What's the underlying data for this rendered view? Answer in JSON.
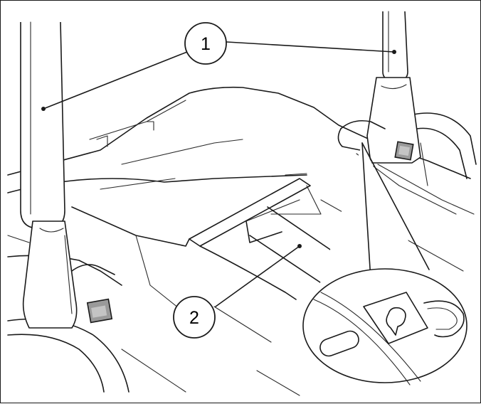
{
  "callouts": [
    {
      "id": "1",
      "label": "1",
      "meaning": ""
    },
    {
      "id": "2",
      "label": "2",
      "meaning": ""
    }
  ],
  "colors": {
    "line": "#1a1a1a",
    "latch": "#9a9a9a",
    "background": "#ffffff"
  },
  "icons": [
    "handle-bar-left",
    "handle-bar-right",
    "latch-left",
    "latch-right",
    "detail-magnifier"
  ]
}
